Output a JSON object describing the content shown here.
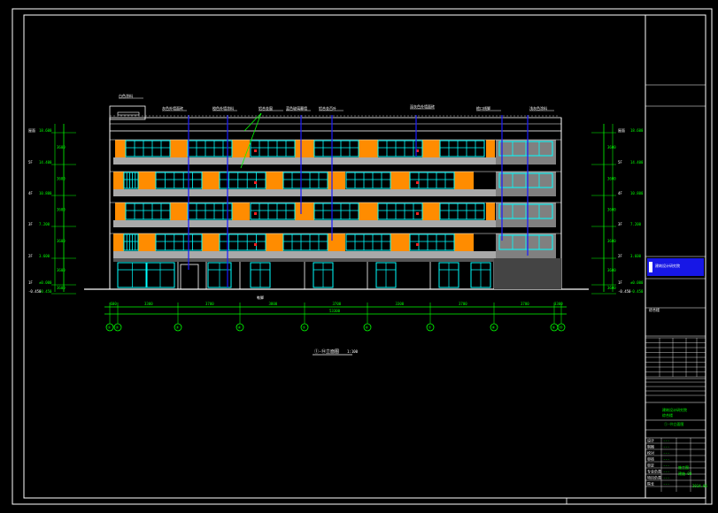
{
  "drawing": {
    "title": "①-⑭立面图",
    "scale": "1:100",
    "total_width": "53300",
    "floor_labels_left": [
      "屋面",
      "5F",
      "4F",
      "3F",
      "2F",
      "1F",
      "-0.450"
    ],
    "floor_labels_right": [
      "屋面",
      "5F",
      "4F",
      "3F",
      "2F",
      "1F",
      "-0.450"
    ],
    "elevations": [
      "18.600",
      "14.400",
      "10.800",
      "7.200",
      "3.600",
      "±0.000",
      "-0.450"
    ],
    "axis_labels": [
      "①",
      "②",
      "③",
      "④",
      "⑤",
      "⑥",
      "⑦",
      "⑧",
      "⑨",
      "⑭"
    ],
    "bay_dims": [
      "600",
      "3300",
      "3700",
      "3800",
      "3700",
      "3300",
      "3700",
      "3700",
      "3300",
      "600"
    ],
    "callouts": [
      "白色涂料",
      "灰色外墙面砖",
      "橙色外墙涂料",
      "铝合金窗",
      "蓝色玻璃幕墙",
      "铝合金百叶",
      "深灰色外墙面砖",
      "檐口线脚",
      "浅灰色涂料"
    ]
  },
  "title_block": {
    "company": "建筑设计研究院",
    "project": "综合楼",
    "drawing_name": "①-⑭立面图",
    "rows": [
      "设计",
      "制图",
      "校对",
      "审核",
      "审定",
      "专业负责",
      "项目负责",
      "院长"
    ],
    "stage": "施工图",
    "sheet": "建施-08",
    "date": "2014.06"
  },
  "colors": {
    "frame": "#ffffff",
    "dimension": "#00ff00",
    "window": "#00ffff",
    "accent": "#ff8c00",
    "band": "#a9a9a9",
    "leader": "#1a1aff"
  }
}
